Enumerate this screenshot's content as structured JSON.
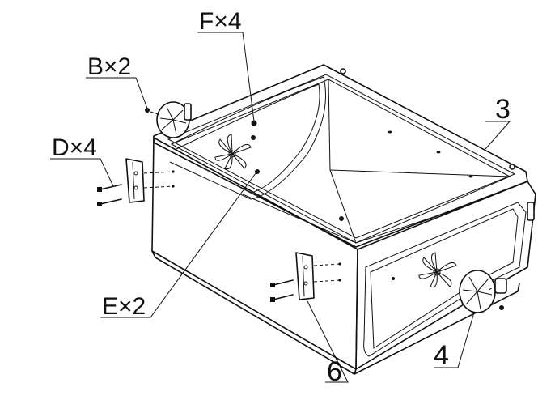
{
  "callouts": {
    "F": "F×4",
    "B": "B×2",
    "D": "D×4",
    "E": "E×2"
  },
  "parts": {
    "p3": "3",
    "p4": "4",
    "p6": "6"
  }
}
